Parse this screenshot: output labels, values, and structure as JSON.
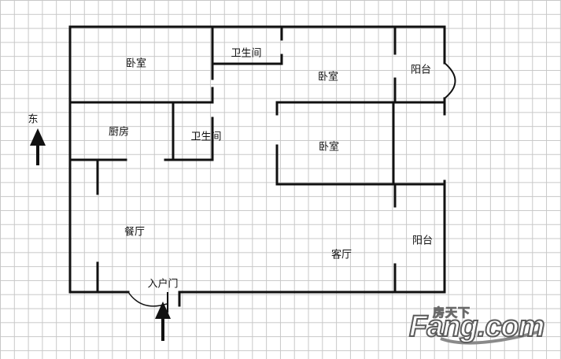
{
  "rooms": {
    "bedroom_top_left": "卧室",
    "bathroom_top": "卫生间",
    "bedroom_top_center": "卧室",
    "balcony_top_right": "阳台",
    "kitchen": "厨房",
    "bathroom_middle": "卫生间",
    "bedroom_middle": "卧室",
    "dining_room": "餐厅",
    "living_room": "客厅",
    "balcony_bottom_right": "阳台",
    "entrance": "入户门"
  },
  "compass": {
    "label": "东",
    "icon": "north-arrow-icon"
  },
  "entry_arrow": {
    "icon": "entry-arrow-icon"
  },
  "watermark": {
    "chinese": "房天下",
    "english": "Fang.com"
  },
  "colors": {
    "wall": "#111111",
    "grid": "#c8c8c8",
    "background": "#ffffff"
  }
}
